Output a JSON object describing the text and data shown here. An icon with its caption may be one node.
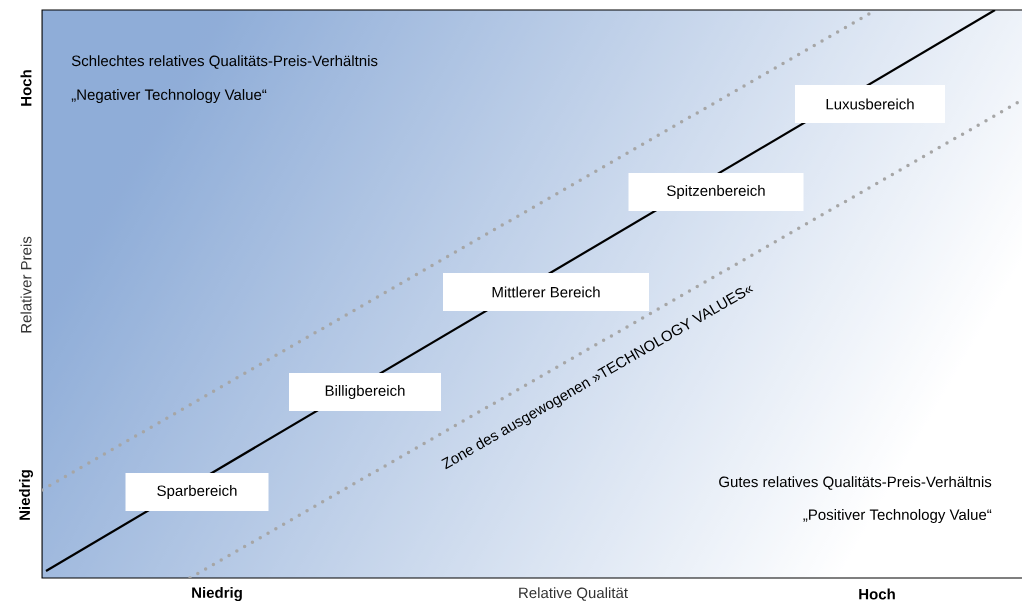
{
  "diagram": {
    "nodes": [
      {
        "text": [
          "Luxusbereich"
        ]
      },
      {
        "text": [
          "Spitzenbereich"
        ]
      },
      {
        "text": [
          "Mittlerer Bereich"
        ]
      },
      {
        "text": [
          "Billigbereich"
        ]
      },
      {
        "text": [
          "Sparbereich"
        ]
      }
    ],
    "labels": [
      "Schlechtes relatives Qualitäts-Preis-Verhältnis",
      "„Negativer Technology Value“",
      "Hoch",
      "Relativer Preis",
      "Zone des ausgewogenen »TECHNOLOGY VALUES«",
      "Niedrig",
      "Gutes relatives Qualitäts-Preis-Verhältnis",
      "„Positiver Technology Value“",
      "Niedrig",
      "Relative Qualität",
      "Hoch"
    ]
  }
}
